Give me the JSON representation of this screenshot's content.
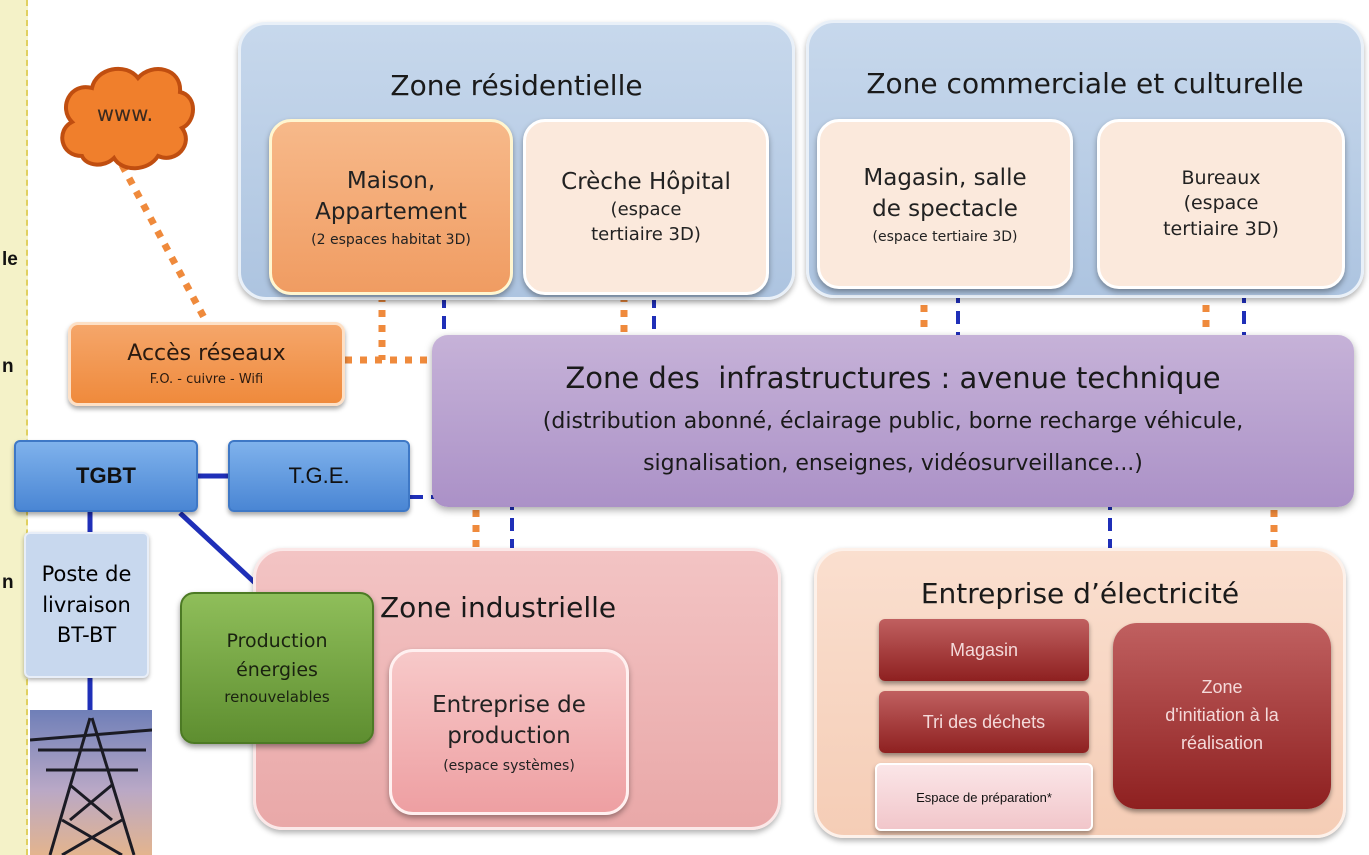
{
  "side_fragments": [
    "le",
    "n",
    "n"
  ],
  "internet": {
    "label": "www."
  },
  "access": {
    "title": "Accès réseaux",
    "subtitle": "F.O. - cuivre - Wifi"
  },
  "residential": {
    "title": "Zone résidentielle",
    "house": {
      "line1": "Maison,",
      "line2": "Appartement",
      "note": "(2 espaces habitat 3D)"
    },
    "care": {
      "line1": "Crèche Hôpital",
      "line2": "(espace",
      "line3": "tertiaire 3D)"
    }
  },
  "commercial": {
    "title": "Zone commerciale et culturelle",
    "shop": {
      "line1": "Magasin, salle",
      "line2": "de spectacle",
      "note": "(espace tertiaire 3D)"
    },
    "offices": {
      "line1": "Bureaux",
      "line2": "(espace",
      "line3": "tertiaire 3D)"
    }
  },
  "infrastructure": {
    "title": "Zone des  infrastructures : avenue technique",
    "line1": "(distribution abonné, éclairage public, borne recharge véhicule,",
    "line2": "signalisation, enseignes, vidéosurveillance...)"
  },
  "tgbt": {
    "label": "TGBT"
  },
  "tge": {
    "label": "T.G.E."
  },
  "delivery": {
    "line1": "Poste de",
    "line2": "livraison",
    "line3": "BT-BT"
  },
  "renewable": {
    "line1": "Production",
    "line2": "énergies",
    "line3": "renouvelables"
  },
  "industrial": {
    "title": "Zone industrielle",
    "company": {
      "line1": "Entreprise de",
      "line2": "production",
      "note": "(espace systèmes)"
    }
  },
  "electric": {
    "title": "Entreprise d’électricité",
    "store": "Magasin",
    "waste": "Tri des déchets",
    "prep": "Espace de préparation*",
    "init": {
      "line1": "Zone",
      "line2": "d'initiation à la",
      "line3": "réalisation"
    }
  },
  "colors": {
    "zone_blue": "#b8cde6",
    "infra_purple": "#b9a2d0",
    "industrial_pink": "#eeb6b6",
    "electric_peach": "#f8d6c2",
    "network_orange": "#ef8a3c",
    "power_blue": "#1f2fb8",
    "renewable_green": "#6f9e3a",
    "dark_red": "#9e2a2a"
  }
}
